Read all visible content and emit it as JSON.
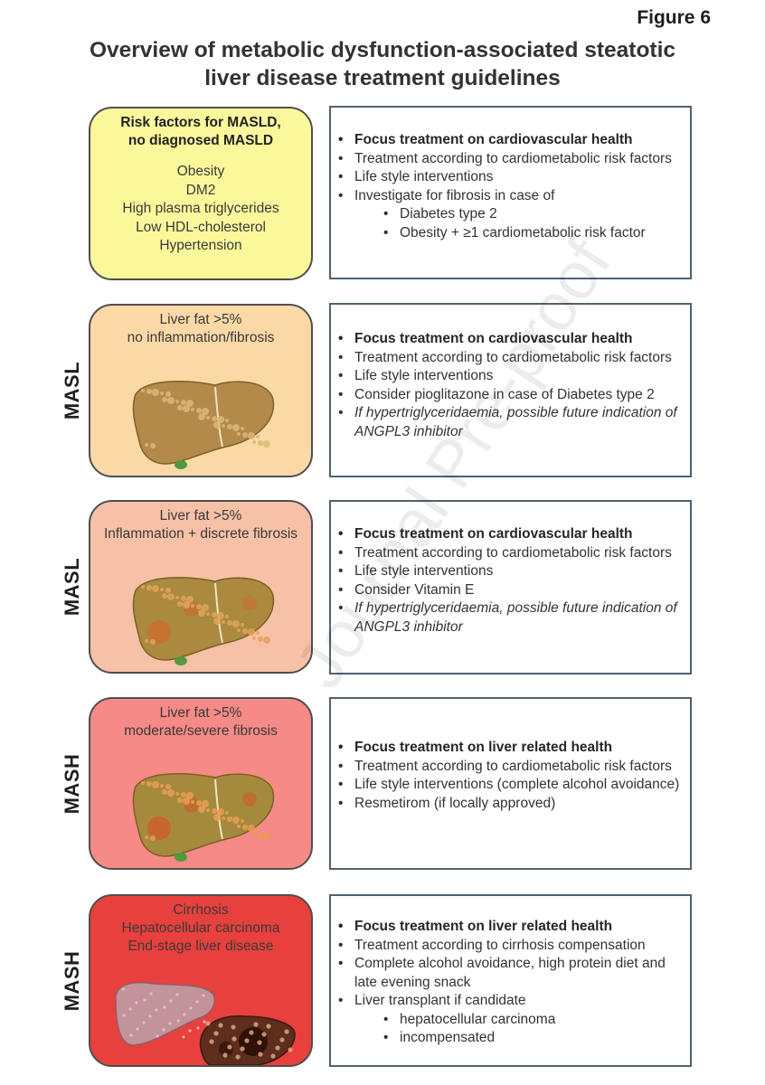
{
  "figure_label": "Figure 6",
  "title": {
    "line1": "Overview of metabolic dysfunction-associated steatotic",
    "line2": "liver disease treatment guidelines"
  },
  "watermark": "Journal Pre-proof",
  "rows": [
    {
      "side_label": "",
      "stage_color": "#fbf89c",
      "stage_head": [
        "Risk factors for MASLD,",
        "no diagnosed MASLD"
      ],
      "stage_factors": [
        "Obesity",
        "DM2",
        "High plasma triglycerides",
        "Low HDL-cholesterol",
        "Hypertension"
      ],
      "liver_illustration": "none",
      "panel_items": [
        {
          "text": "Focus treatment on cardiovascular health",
          "style": "bold"
        },
        {
          "text": "Treatment according to cardiometabolic risk factors",
          "style": "normal"
        },
        {
          "text": "Life style interventions",
          "style": "normal"
        },
        {
          "text": "Investigate for fibrosis in case of",
          "style": "normal"
        },
        {
          "text": "Diabetes type 2",
          "style": "sub"
        },
        {
          "text": "Obesity + ≥1 cardiometabolic risk factor",
          "style": "sub"
        }
      ]
    },
    {
      "side_label": "MASL",
      "stage_color": "#fbd9a7",
      "stage_head": [
        "Liver fat >5%",
        "no inflammation/fibrosis"
      ],
      "stage_factors": [],
      "liver_illustration": "steatotic-liver-icon",
      "panel_items": [
        {
          "text": "Focus treatment on cardiovascular health",
          "style": "bold"
        },
        {
          "text": "Treatment according to cardiometabolic risk factors",
          "style": "normal"
        },
        {
          "text": "Life style interventions",
          "style": "normal"
        },
        {
          "text": "Consider pioglitazone in case of Diabetes type 2",
          "style": "normal"
        },
        {
          "text": "If hypertriglyceridaemia, possible future indication of ANGPL3 inhibitor",
          "style": "italic"
        }
      ]
    },
    {
      "side_label": "MASL",
      "stage_color": "#f7c1a7",
      "stage_head": [
        "Liver fat >5%",
        "Inflammation + discrete fibrosis"
      ],
      "stage_factors": [],
      "liver_illustration": "inflamed-liver-icon",
      "panel_items": [
        {
          "text": "Focus treatment on cardiovascular health",
          "style": "bold"
        },
        {
          "text": "Treatment according to cardiometabolic risk factors",
          "style": "normal"
        },
        {
          "text": "Life style interventions",
          "style": "normal"
        },
        {
          "text": "Consider Vitamin E",
          "style": "normal"
        },
        {
          "text": "If hypertriglyceridaemia, possible future indication of ANGPL3 inhibitor",
          "style": "italic"
        }
      ]
    },
    {
      "side_label": "MASH",
      "stage_color": "#f58a86",
      "stage_head": [
        "Liver fat >5%",
        "moderate/severe fibrosis"
      ],
      "stage_factors": [],
      "liver_illustration": "fibrotic-liver-icon",
      "panel_items": [
        {
          "text": "Focus treatment on liver related health",
          "style": "bold"
        },
        {
          "text": "Treatment according to cardiometabolic risk factors",
          "style": "normal"
        },
        {
          "text": "Life style interventions (complete alcohol avoidance)",
          "style": "normal"
        },
        {
          "text": "Resmetirom (if locally approved)",
          "style": "normal"
        }
      ]
    },
    {
      "side_label": "MASH",
      "stage_color": "#e8403c",
      "stage_head": [
        "Cirrhosis",
        "Hepatocellular carcinoma",
        "End-stage liver disease"
      ],
      "stage_factors": [],
      "liver_illustration": "cirrhotic-liver-icon",
      "panel_items": [
        {
          "text": "Focus treatment on liver related health",
          "style": "bold"
        },
        {
          "text": "Treatment according to cirrhosis compensation",
          "style": "normal"
        },
        {
          "text": "Complete alcohol avoidance, high protein diet and late evening snack",
          "style": "normal"
        },
        {
          "text": "Liver transplant if candidate",
          "style": "normal"
        },
        {
          "text": "hepatocellular carcinoma",
          "style": "sub"
        },
        {
          "text": "incompensated",
          "style": "sub"
        }
      ]
    }
  ]
}
